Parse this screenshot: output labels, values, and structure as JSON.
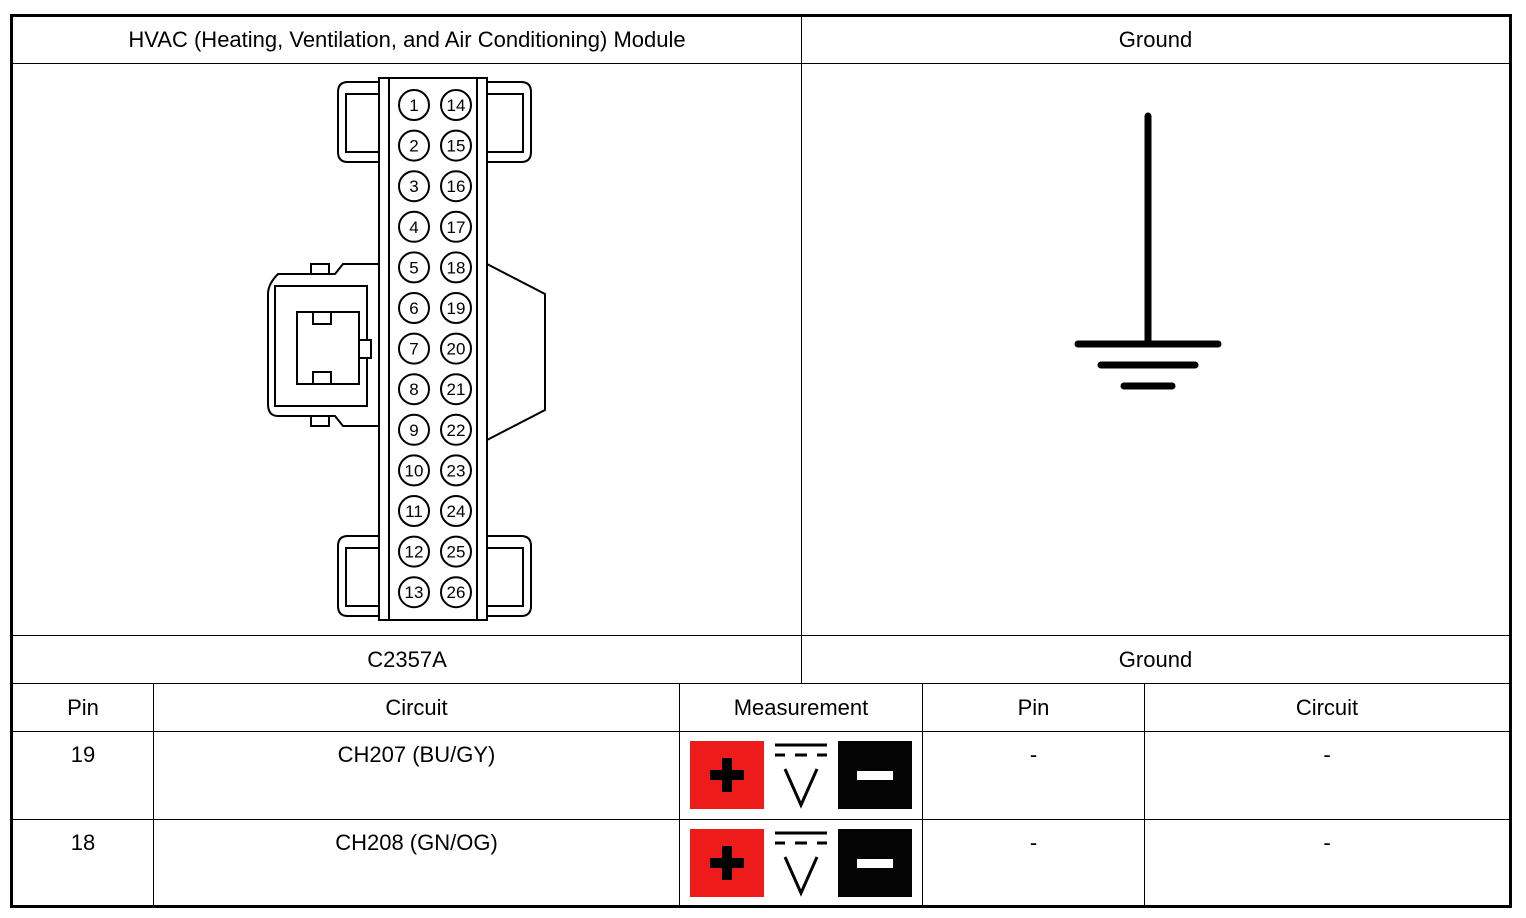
{
  "header": {
    "left_title": "HVAC (Heating, Ventilation, and Air Conditioning) Module",
    "right_title": "Ground"
  },
  "connector": {
    "id": "C2357A",
    "pins_left": [
      "1",
      "2",
      "3",
      "4",
      "5",
      "6",
      "7",
      "8",
      "9",
      "10",
      "11",
      "12",
      "13"
    ],
    "pins_right": [
      "14",
      "15",
      "16",
      "17",
      "18",
      "19",
      "20",
      "21",
      "22",
      "23",
      "24",
      "25",
      "26"
    ]
  },
  "ground_label": "Ground",
  "table": {
    "headers": [
      "Pin",
      "Circuit",
      "Measurement",
      "Pin",
      "Circuit"
    ],
    "rows": [
      {
        "pin": "19",
        "circuit": "CH207 (BU/GY)",
        "measurement": "voltage-positive-negative-icon",
        "pin2": "-",
        "circuit2": "-"
      },
      {
        "pin": "18",
        "circuit": "CH208 (GN/OG)",
        "measurement": "voltage-positive-negative-icon",
        "pin2": "-",
        "circuit2": "-"
      }
    ]
  },
  "colors": {
    "positive": "#ee1b1b",
    "negative": "#050505"
  }
}
